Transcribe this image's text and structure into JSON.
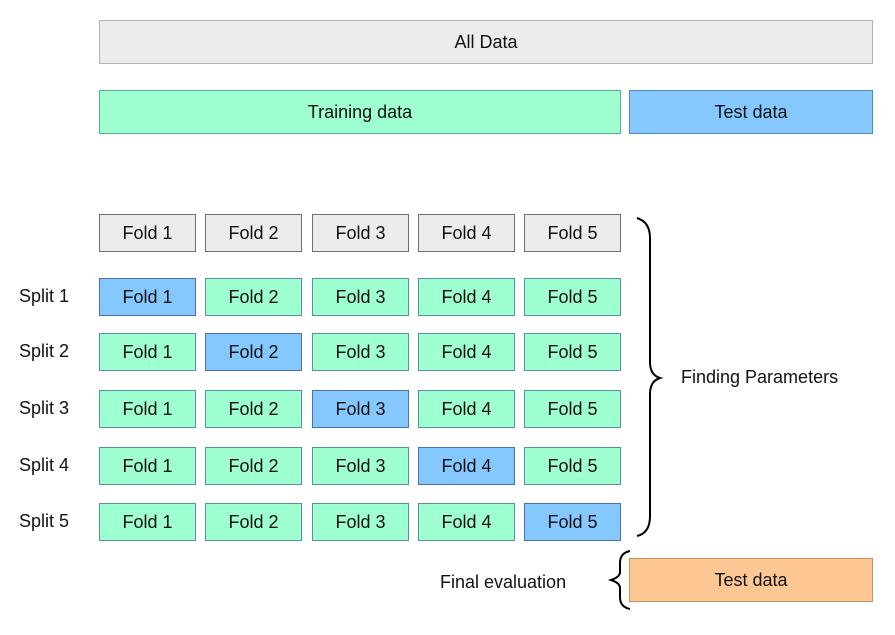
{
  "colors": {
    "all": "#ececec",
    "all_border": "#b4b4b4",
    "train": "#9effd1",
    "train_border": "#58b08a",
    "test": "#84c8ff",
    "test_border": "#4f87bd",
    "final": "#fcc792",
    "final_border": "#c99060",
    "fold_header": "#ececec",
    "fold_header_border": "#707070",
    "fold_train": "#9effd1",
    "fold_train_border": "#5a8fa8",
    "fold_test": "#84c8ff",
    "fold_test_border": "#4a72a8"
  },
  "all_data_label": "All Data",
  "training_label": "Training data",
  "test_label": "Test data",
  "fold_header": [
    "Fold 1",
    "Fold 2",
    "Fold 3",
    "Fold 4",
    "Fold 5"
  ],
  "splits": [
    {
      "label": "Split 1",
      "folds": [
        "Fold 1",
        "Fold 2",
        "Fold 3",
        "Fold 4",
        "Fold 5"
      ],
      "test_index": 0
    },
    {
      "label": "Split 2",
      "folds": [
        "Fold 1",
        "Fold 2",
        "Fold 3",
        "Fold 4",
        "Fold 5"
      ],
      "test_index": 1
    },
    {
      "label": "Split 3",
      "folds": [
        "Fold 1",
        "Fold 2",
        "Fold 3",
        "Fold 4",
        "Fold 5"
      ],
      "test_index": 2
    },
    {
      "label": "Split 4",
      "folds": [
        "Fold 1",
        "Fold 2",
        "Fold 3",
        "Fold 4",
        "Fold 5"
      ],
      "test_index": 3
    },
    {
      "label": "Split 5",
      "folds": [
        "Fold 1",
        "Fold 2",
        "Fold 3",
        "Fold 4",
        "Fold 5"
      ],
      "test_index": 4
    }
  ],
  "finding_parameters_label": "Finding Parameters",
  "final_evaluation_label": "Final evaluation",
  "final_test_label": "Test data"
}
